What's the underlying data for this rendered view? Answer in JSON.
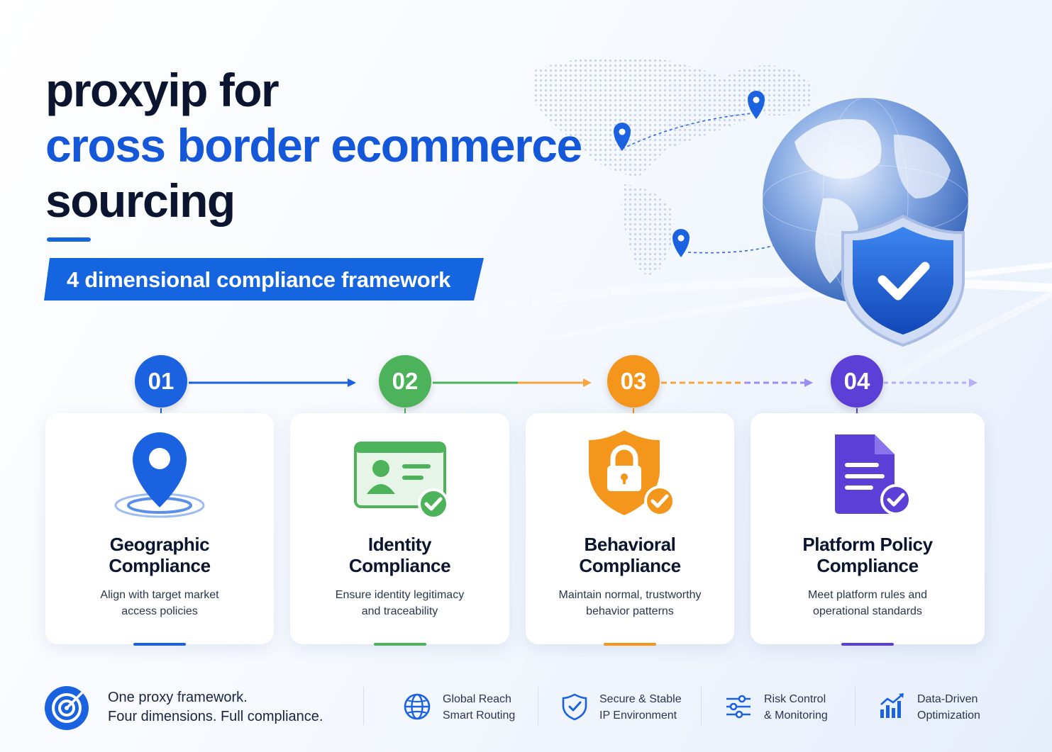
{
  "title": {
    "line1": "proxyip for",
    "line2": "cross border ecommerce",
    "line3": "sourcing"
  },
  "banner": "4 dimensional compliance framework",
  "steps": [
    {
      "num": "01",
      "title_line1": "Geographic",
      "title_line2": "Compliance",
      "desc_line1": "Align with target market",
      "desc_line2": "access policies",
      "color": "#1a62e0",
      "icon": "location-pin-icon"
    },
    {
      "num": "02",
      "title_line1": "Identity",
      "title_line2": "Compliance",
      "desc_line1": "Ensure identity legitimacy",
      "desc_line2": "and traceability",
      "color": "#4cb35a",
      "icon": "id-card-icon"
    },
    {
      "num": "03",
      "title_line1": "Behavioral",
      "title_line2": "Compliance",
      "desc_line1": "Maintain normal, trustworthy",
      "desc_line2": "behavior patterns",
      "color": "#f5961c",
      "icon": "lock-shield-icon"
    },
    {
      "num": "04",
      "title_line1": "Platform Policy",
      "title_line2": "Compliance",
      "desc_line1": "Meet platform rules and",
      "desc_line2": "operational standards",
      "color": "#5b3fd6",
      "icon": "document-icon"
    }
  ],
  "footer": {
    "tagline_line1": "One proxy framework.",
    "tagline_line2": "Four dimensions. Full compliance.",
    "features": [
      {
        "line1": "Global Reach",
        "line2": "Smart Routing",
        "icon": "globe-icon"
      },
      {
        "line1": "Secure & Stable",
        "line2": "IP Environment",
        "icon": "shield-check-icon"
      },
      {
        "line1": "Risk Control",
        "line2": "& Monitoring",
        "icon": "sliders-icon"
      },
      {
        "line1": "Data-Driven",
        "line2": "Optimization",
        "icon": "bar-chart-icon"
      }
    ]
  },
  "colors": {
    "primary": "#1457d8",
    "dark": "#0b1530"
  }
}
